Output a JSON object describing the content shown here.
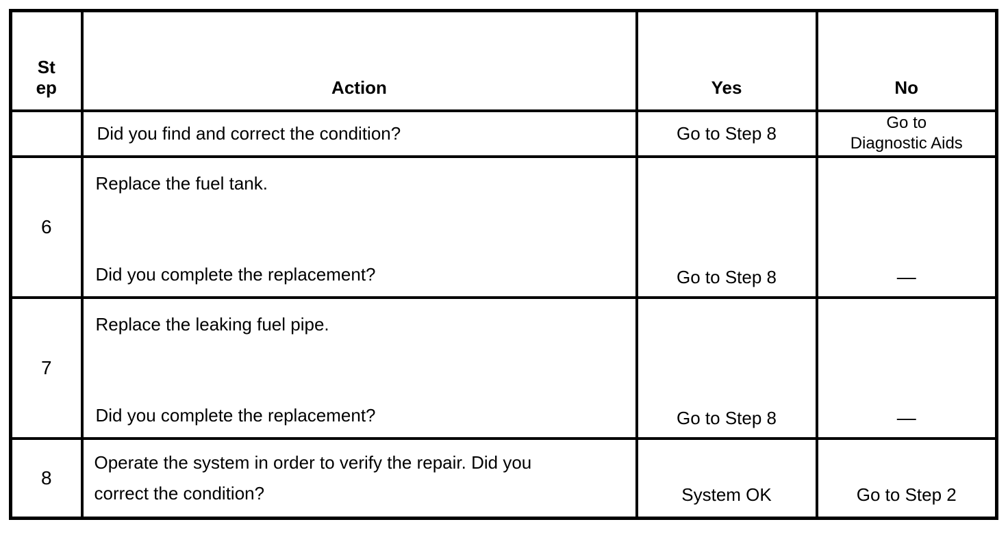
{
  "colors": {
    "text": "#000000",
    "border": "#000000",
    "background": "#ffffff"
  },
  "header": {
    "step": "St\nep",
    "action": "Action",
    "yes": "Yes",
    "no": "No"
  },
  "rows": [
    {
      "step": "",
      "question": "Did you find and correct the condition?",
      "yes": "Go to Step 8",
      "no": "Go to\nDiagnostic Aids"
    },
    {
      "step": "6",
      "instruction": "Replace the fuel tank.",
      "question": "Did you complete the replacement?",
      "yes": "Go to Step 8",
      "no": "—"
    },
    {
      "step": "7",
      "instruction": "Replace the leaking fuel pipe.",
      "question": "Did you complete the replacement?",
      "yes": "Go to Step 8",
      "no": "—"
    },
    {
      "step": "8",
      "question": "Operate the system in order to verify the repair. Did you\ncorrect the condition?",
      "yes": "System OK",
      "no": "Go to Step 2"
    }
  ]
}
